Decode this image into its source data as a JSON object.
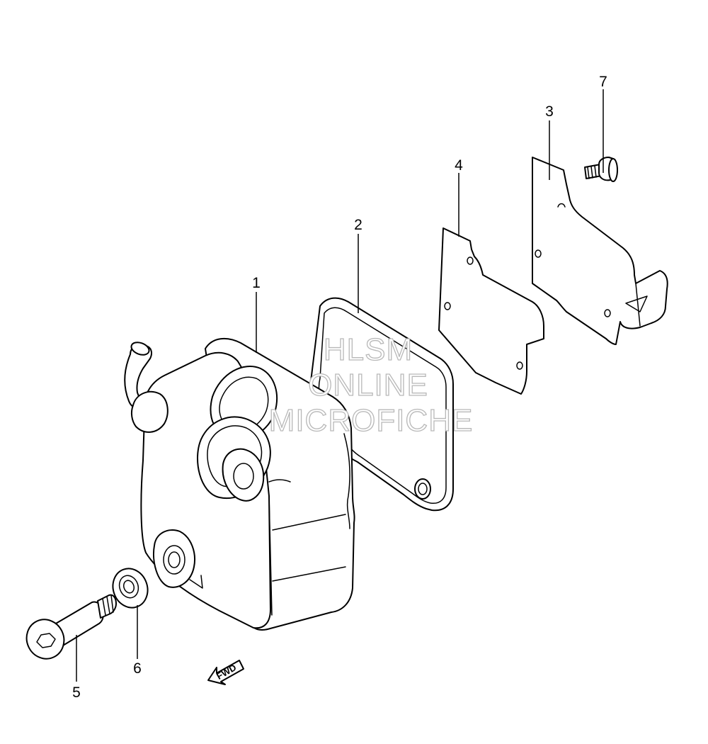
{
  "callouts": {
    "c1": "1",
    "c2": "2",
    "c3": "3",
    "c4": "4",
    "c5": "5",
    "c6": "6",
    "c7": "7"
  },
  "watermark": {
    "line1": "HLSM",
    "line2": "ONLINE",
    "line3": "MICROFICHE"
  },
  "direction_label": "FWD",
  "colors": {
    "line": "#000000",
    "watermark_outline": "#b8b8b8",
    "background": "#ffffff"
  }
}
